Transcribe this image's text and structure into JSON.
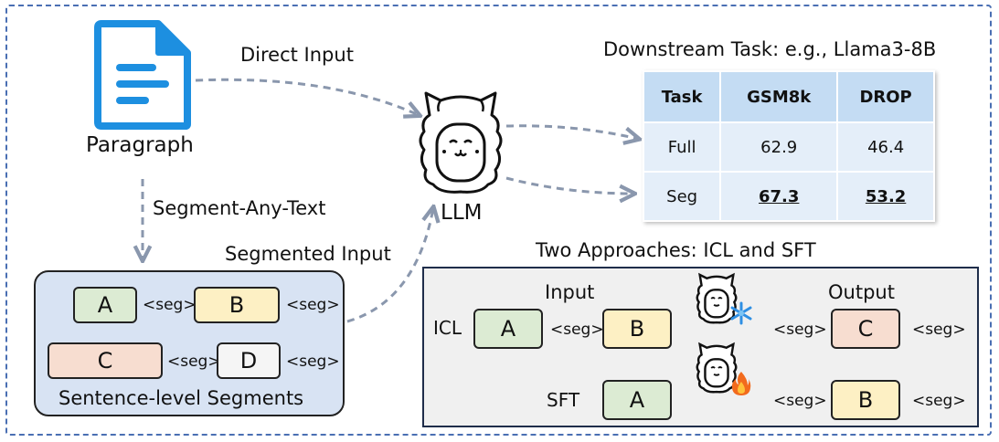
{
  "paragraph_label": "Paragraph",
  "direct_input_label": "Direct Input",
  "segment_any_text_label": "Segment-Any-Text",
  "segmented_input_label": "Segmented Input",
  "llm_label": "LLM",
  "downstream_title": "Downstream Task: e.g., Llama3-8B",
  "table": {
    "headers": [
      "Task",
      "GSM8k",
      "DROP"
    ],
    "rows": [
      {
        "task": "Full",
        "gsm8k": "62.9",
        "drop": "46.4"
      },
      {
        "task": "Seg",
        "gsm8k": "67.3",
        "drop": "53.2"
      }
    ]
  },
  "segments_panel": {
    "caption": "Sentence-level Segments",
    "boxes": [
      "A",
      "B",
      "C",
      "D"
    ],
    "sep_token": "<seg>"
  },
  "approaches": {
    "title": "Two Approaches: ICL and SFT",
    "input_header": "Input",
    "output_header": "Output",
    "icl_label": "ICL",
    "sft_label": "SFT",
    "icl_boxes": [
      "A",
      "B",
      "C"
    ],
    "sft_boxes": [
      "A",
      "B"
    ],
    "sep_token": "<seg>",
    "icl_icon": "snowflake-icon",
    "sft_icon": "fire-icon"
  },
  "colors": {
    "frame": "#4a6fb3",
    "arrow": "#8a97ad",
    "doc_icon": "#1d8fe0",
    "green_box": "#dcebd3",
    "yellow_box": "#fdf0c4",
    "pink_box": "#f7ddd0",
    "panel_blue": "#d8e3f3",
    "table_header": "#c4dcf3",
    "table_cell": "#e4eef9"
  }
}
